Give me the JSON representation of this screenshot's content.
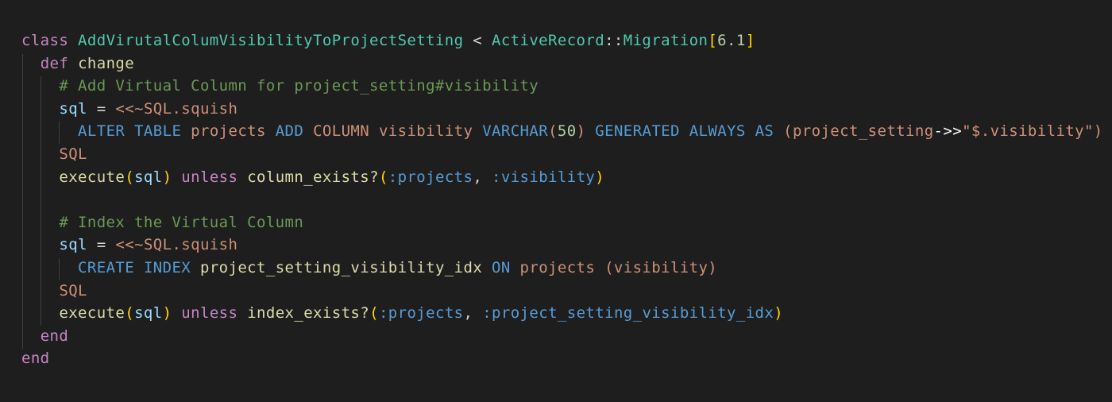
{
  "editor": {
    "theme_colors": {
      "background": "#1e1e1e",
      "keyword": "#c586c0",
      "class_name": "#4ec9b0",
      "bracket": "#ffd700",
      "number": "#b5cea8",
      "function": "#dcdcaa",
      "variable": "#9cdcfe",
      "comment": "#6a9955",
      "string": "#ce9178",
      "sql_keyword": "#569cd6",
      "symbol": "#569cd6",
      "indent_guide": "#404040"
    },
    "lines": [
      [
        {
          "t": "class",
          "c": "kw"
        },
        {
          "t": " ",
          "c": "op"
        },
        {
          "t": "AddVirutalColumVisibilityToProjectSetting",
          "c": "cls"
        },
        {
          "t": " < ",
          "c": "op"
        },
        {
          "t": "ActiveRecord",
          "c": "cls"
        },
        {
          "t": "::",
          "c": "op"
        },
        {
          "t": "Migration",
          "c": "cls"
        },
        {
          "t": "[",
          "c": "br"
        },
        {
          "t": "6.1",
          "c": "num"
        },
        {
          "t": "]",
          "c": "br"
        }
      ],
      [
        {
          "t": "  ",
          "c": "op"
        },
        {
          "t": "def",
          "c": "kw"
        },
        {
          "t": " ",
          "c": "op"
        },
        {
          "t": "change",
          "c": "fn"
        }
      ],
      [
        {
          "t": "    ",
          "c": "op"
        },
        {
          "t": "# Add Virtual Column for project_setting#visibility",
          "c": "com"
        }
      ],
      [
        {
          "t": "    ",
          "c": "op"
        },
        {
          "t": "sql",
          "c": "var"
        },
        {
          "t": " = ",
          "c": "op"
        },
        {
          "t": "<<~SQL.squish",
          "c": "str"
        }
      ],
      [
        {
          "t": "      ",
          "c": "op"
        },
        {
          "t": "ALTER",
          "c": "sqlk"
        },
        {
          "t": " ",
          "c": "str"
        },
        {
          "t": "TABLE",
          "c": "sqlk"
        },
        {
          "t": " projects ",
          "c": "str"
        },
        {
          "t": "ADD",
          "c": "sqlk"
        },
        {
          "t": " ",
          "c": "str"
        },
        {
          "t": "COLUMN",
          "c": "str"
        },
        {
          "t": " visibility ",
          "c": "str"
        },
        {
          "t": "VARCHAR",
          "c": "sqlk"
        },
        {
          "t": "(",
          "c": "str"
        },
        {
          "t": "50",
          "c": "num"
        },
        {
          "t": ") ",
          "c": "str"
        },
        {
          "t": "GENERATED",
          "c": "sqlk"
        },
        {
          "t": " ",
          "c": "str"
        },
        {
          "t": "ALWAYS",
          "c": "sqlk"
        },
        {
          "t": " ",
          "c": "str"
        },
        {
          "t": "AS",
          "c": "sqlk"
        },
        {
          "t": " (project_setting",
          "c": "str"
        },
        {
          "t": "->>",
          "c": "wht"
        },
        {
          "t": "\"$.visibility\")",
          "c": "str"
        }
      ],
      [
        {
          "t": "    ",
          "c": "op"
        },
        {
          "t": "SQL",
          "c": "str"
        }
      ],
      [
        {
          "t": "    ",
          "c": "op"
        },
        {
          "t": "execute",
          "c": "fn"
        },
        {
          "t": "(",
          "c": "br"
        },
        {
          "t": "sql",
          "c": "var"
        },
        {
          "t": ")",
          "c": "br"
        },
        {
          "t": " ",
          "c": "op"
        },
        {
          "t": "unless",
          "c": "kw"
        },
        {
          "t": " ",
          "c": "op"
        },
        {
          "t": "column_exists?",
          "c": "fn"
        },
        {
          "t": "(",
          "c": "br"
        },
        {
          "t": ":projects",
          "c": "sym"
        },
        {
          "t": ", ",
          "c": "op"
        },
        {
          "t": ":visibility",
          "c": "sym"
        },
        {
          "t": ")",
          "c": "br"
        }
      ],
      [],
      [
        {
          "t": "    ",
          "c": "op"
        },
        {
          "t": "# Index the Virtual Column",
          "c": "com"
        }
      ],
      [
        {
          "t": "    ",
          "c": "op"
        },
        {
          "t": "sql",
          "c": "var"
        },
        {
          "t": " = ",
          "c": "op"
        },
        {
          "t": "<<~SQL.squish",
          "c": "str"
        }
      ],
      [
        {
          "t": "      ",
          "c": "op"
        },
        {
          "t": "CREATE",
          "c": "sqlk"
        },
        {
          "t": " ",
          "c": "str"
        },
        {
          "t": "INDEX",
          "c": "sqlk"
        },
        {
          "t": " ",
          "c": "str"
        },
        {
          "t": "project_setting_visibility_idx",
          "c": "fn"
        },
        {
          "t": " ",
          "c": "str"
        },
        {
          "t": "ON",
          "c": "sqlk"
        },
        {
          "t": " projects (visibility)",
          "c": "str"
        }
      ],
      [
        {
          "t": "    ",
          "c": "op"
        },
        {
          "t": "SQL",
          "c": "str"
        }
      ],
      [
        {
          "t": "    ",
          "c": "op"
        },
        {
          "t": "execute",
          "c": "fn"
        },
        {
          "t": "(",
          "c": "br"
        },
        {
          "t": "sql",
          "c": "var"
        },
        {
          "t": ")",
          "c": "br"
        },
        {
          "t": " ",
          "c": "op"
        },
        {
          "t": "unless",
          "c": "kw"
        },
        {
          "t": " ",
          "c": "op"
        },
        {
          "t": "index_exists?",
          "c": "fn"
        },
        {
          "t": "(",
          "c": "br"
        },
        {
          "t": ":projects",
          "c": "sym"
        },
        {
          "t": ", ",
          "c": "op"
        },
        {
          "t": ":project_setting_visibility_idx",
          "c": "sym"
        },
        {
          "t": ")",
          "c": "br"
        }
      ],
      [
        {
          "t": "  ",
          "c": "op"
        },
        {
          "t": "end",
          "c": "kw"
        }
      ],
      [
        {
          "t": "end",
          "c": "kw"
        }
      ]
    ]
  }
}
